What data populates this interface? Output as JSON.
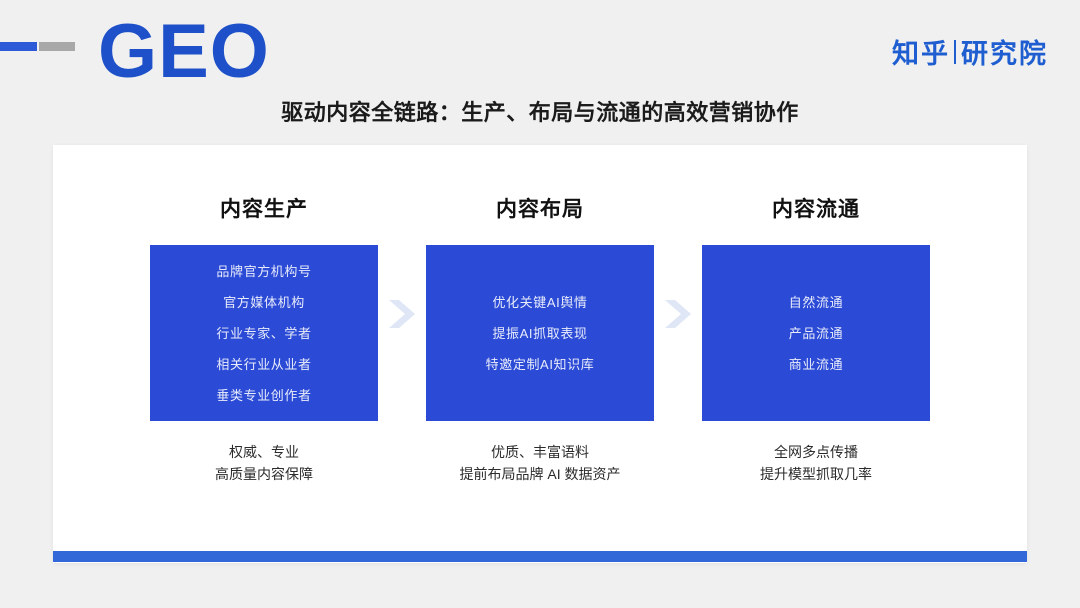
{
  "header": {
    "title": "GEO",
    "brand_main": "知乎",
    "brand_sub": "研究院",
    "subtitle": "驱动内容全链路：生产、布局与流通的高效营销协作",
    "accent_blue": "#1e51c9",
    "deco_gray": "#a8a8a8"
  },
  "card": {
    "background": "#ffffff",
    "bottom_bar_color": "#3268d7"
  },
  "flow": {
    "box_color": "#2b4ad6",
    "arrow_color": "#dfe6f5",
    "arrows": [
      {
        "name": "arrow-1"
      },
      {
        "name": "arrow-2"
      }
    ],
    "columns": [
      {
        "heading": "内容生产",
        "items": [
          "品牌官方机构号",
          "官方媒体机构",
          "行业专家、学者",
          "相关行业从业者",
          "垂类专业创作者"
        ],
        "caption_line1": "权威、专业",
        "caption_line2": "高质量内容保障"
      },
      {
        "heading": "内容布局",
        "items": [
          "优化关键AI舆情",
          "提振AI抓取表现",
          "特邀定制AI知识库"
        ],
        "caption_line1": "优质、丰富语料",
        "caption_line2": "提前布局品牌 AI 数据资产"
      },
      {
        "heading": "内容流通",
        "items": [
          "自然流通",
          "产品流通",
          "商业流通"
        ],
        "caption_line1": "全网多点传播",
        "caption_line2": "提升模型抓取几率"
      }
    ]
  }
}
